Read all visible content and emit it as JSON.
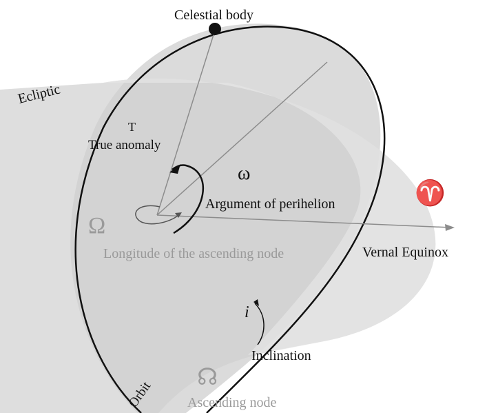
{
  "labels": {
    "celestial_body": "Celestial body",
    "ecliptic": "Ecliptic",
    "true_anomaly_symbol": "T",
    "true_anomaly": "True anomaly",
    "omega_symbol": "ω",
    "argument_of_perihelion": "Argument of perihelion",
    "aries_symbol": "♈",
    "vernal_equinox": "Vernal Equinox",
    "Omega_symbol": "Ω",
    "longitude_ascending_node": "Longitude of the ascending node",
    "inclination_symbol": "i",
    "inclination": "Inclination",
    "ascending_node_symbol": "☊",
    "ascending_node": "Ascending node",
    "orbit": "Orbit"
  },
  "colors": {
    "ecliptic_plane": "#dcdcdc",
    "orbit_plane": "#c9c9c9",
    "lines": "#8c8c8c",
    "orbit_line": "#111111"
  }
}
